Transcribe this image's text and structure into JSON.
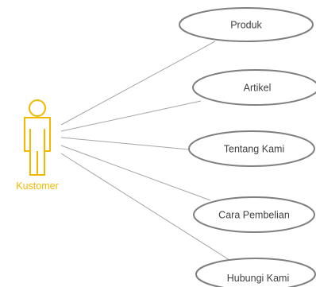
{
  "actor": {
    "label": "Kustomer",
    "color": "#f2b800"
  },
  "use_cases": [
    {
      "label": "Produk"
    },
    {
      "label": "Artikel"
    },
    {
      "label": "Tentang Kami"
    },
    {
      "label": "Cara Pembelian"
    },
    {
      "label": "Hubungi Kami"
    }
  ],
  "colors": {
    "usecase_border": "#7f7f7f",
    "association_line": "#a6a6a6",
    "text": "#404040"
  }
}
